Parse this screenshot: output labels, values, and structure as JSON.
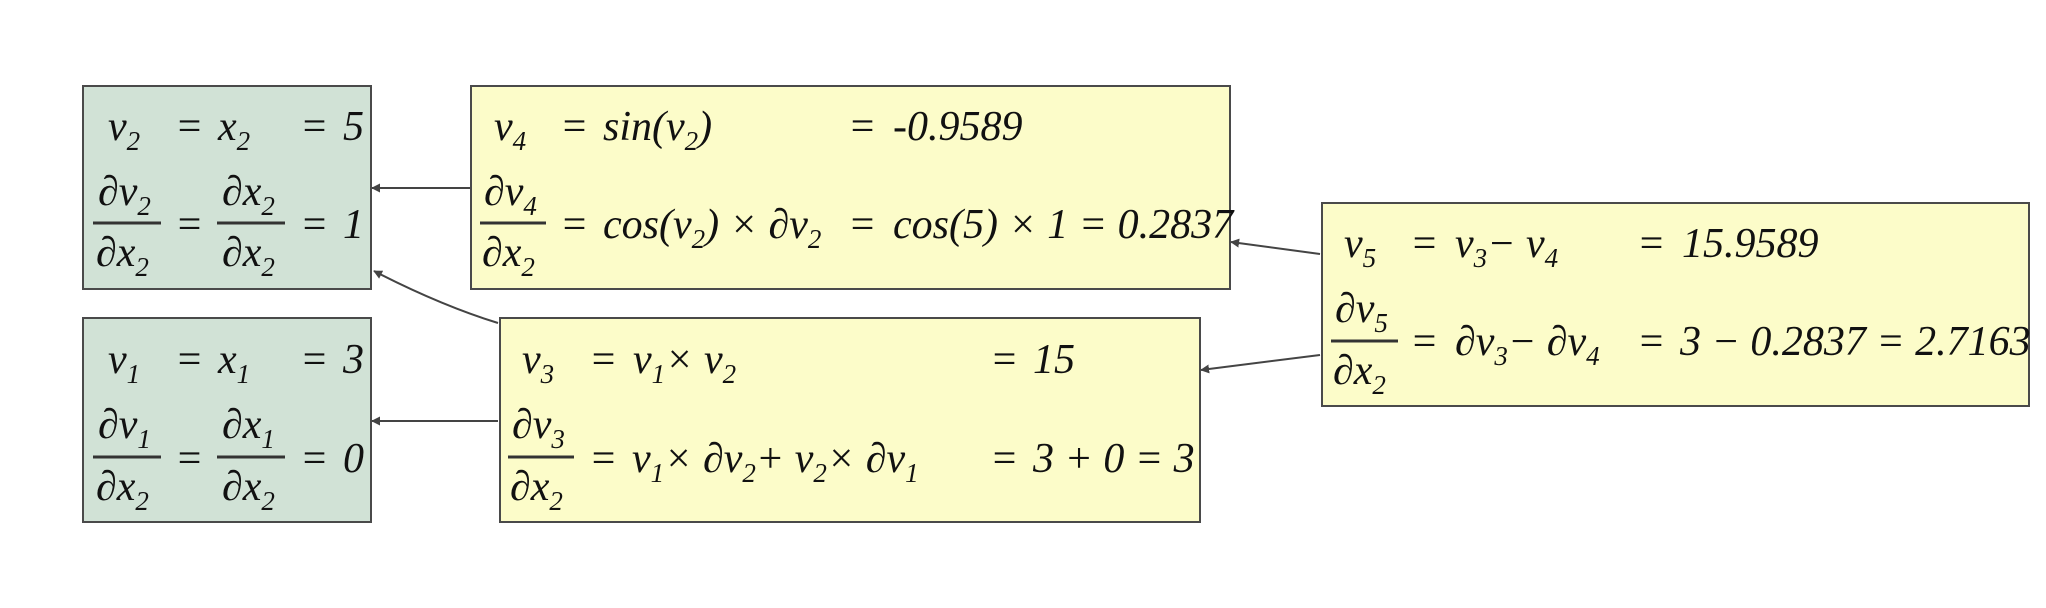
{
  "colors": {
    "input_fill": "#d1e2d6",
    "op_fill": "#fcfcc9",
    "border": "#4a4a4a",
    "edge": "#444444"
  },
  "nodes": {
    "v2": {
      "value_row": [
        "v",
        "2",
        "=",
        "x",
        "2",
        "=",
        "5"
      ],
      "deriv_row": [
        "∂v",
        "2",
        "∂x",
        "2",
        "=",
        "∂x",
        "2",
        "∂x",
        "2",
        "=",
        "1"
      ]
    },
    "v1": {
      "value_row": [
        "v",
        "1",
        "=",
        "x",
        "1",
        "=",
        "3"
      ],
      "deriv_row": [
        "∂v",
        "1",
        "∂x",
        "2",
        "=",
        "∂x",
        "1",
        "∂x",
        "2",
        "=",
        "0"
      ]
    },
    "v4": {
      "value_row": [
        "v",
        "4",
        "=",
        "sin(v",
        "2",
        ")",
        "=",
        "-0.9589"
      ],
      "deriv_row": [
        "∂v",
        "4",
        "∂x",
        "2",
        "=",
        "cos(v",
        "2",
        ") × ∂v",
        "2",
        "=",
        "cos(5) × 1 = 0.2837"
      ]
    },
    "v3": {
      "value_row": [
        "v",
        "3",
        "=",
        "v",
        "1",
        "× v",
        "2",
        "=",
        "15"
      ],
      "deriv_row": [
        "∂v",
        "3",
        "∂x",
        "2",
        "=",
        "v",
        "1",
        "× ∂v",
        "2",
        "+ v",
        "2",
        "× ∂v",
        "1",
        "=",
        "3 + 0 = 3"
      ]
    },
    "v5": {
      "value_row": [
        "v",
        "5",
        "=",
        "v",
        "3",
        "− v",
        "4",
        "=",
        "15.9589"
      ],
      "deriv_row": [
        "∂v",
        "5",
        "∂x",
        "2",
        "=",
        "∂v",
        "3",
        "− ∂v",
        "4",
        "=",
        "3 − 0.2837 = 2.7163"
      ]
    }
  }
}
